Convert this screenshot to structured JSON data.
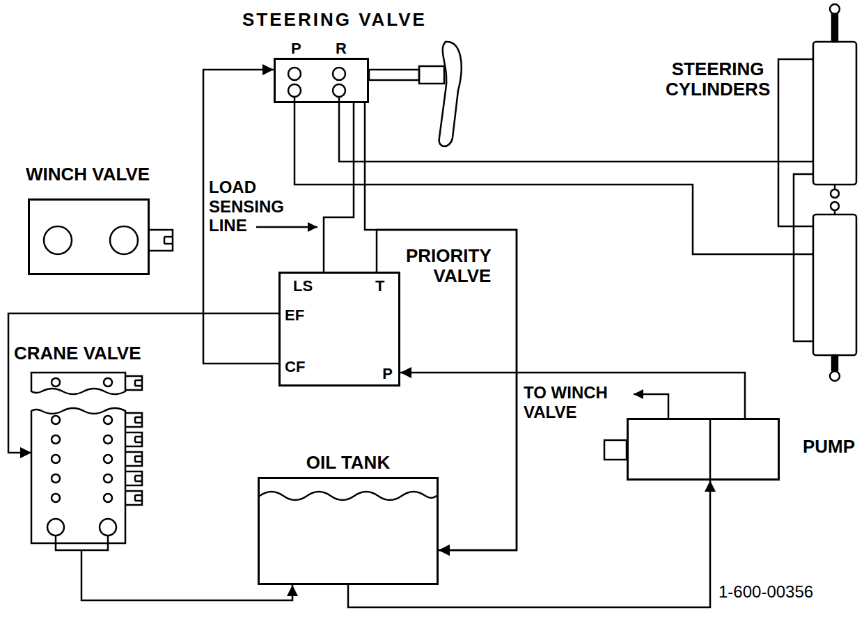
{
  "diagram": {
    "nodes": [
      {
        "text": [
          "STEERING VALVE",
          "P",
          "R"
        ]
      },
      {
        "text": [
          "STEERING CYLINDERS"
        ]
      },
      {
        "text": [
          "WINCH VALVE"
        ]
      },
      {
        "text": [
          "PRIORITY VALVE",
          "LS",
          "T",
          "EF",
          "CF",
          "P"
        ]
      },
      {
        "text": [
          "CRANE VALVE"
        ]
      },
      {
        "text": [
          "OIL TANK"
        ]
      },
      {
        "text": [
          "PUMP"
        ]
      }
    ],
    "edges": [
      {
        "from": 6,
        "to": 3,
        "arrow": "to"
      },
      {
        "from": 3,
        "to": 0,
        "arrow": "to"
      },
      {
        "from": 3,
        "to": 4,
        "arrow": "to"
      },
      {
        "from": 4,
        "to": 5,
        "arrow": "to"
      },
      {
        "from": 0,
        "to": 5,
        "arrow": "to"
      },
      {
        "from": 3,
        "to": 5,
        "arrow": "to"
      },
      {
        "from": 0,
        "to": 3,
        "arrow": "none"
      },
      {
        "from": 0,
        "to": 1,
        "arrow": "none"
      },
      {
        "from": 0,
        "to": 1,
        "arrow": "none"
      },
      {
        "from": 5,
        "to": 6,
        "arrow": "to"
      }
    ],
    "labels": [
      "LOAD SENSING LINE",
      "TO WINCH VALVE",
      "1-600-00356"
    ]
  }
}
